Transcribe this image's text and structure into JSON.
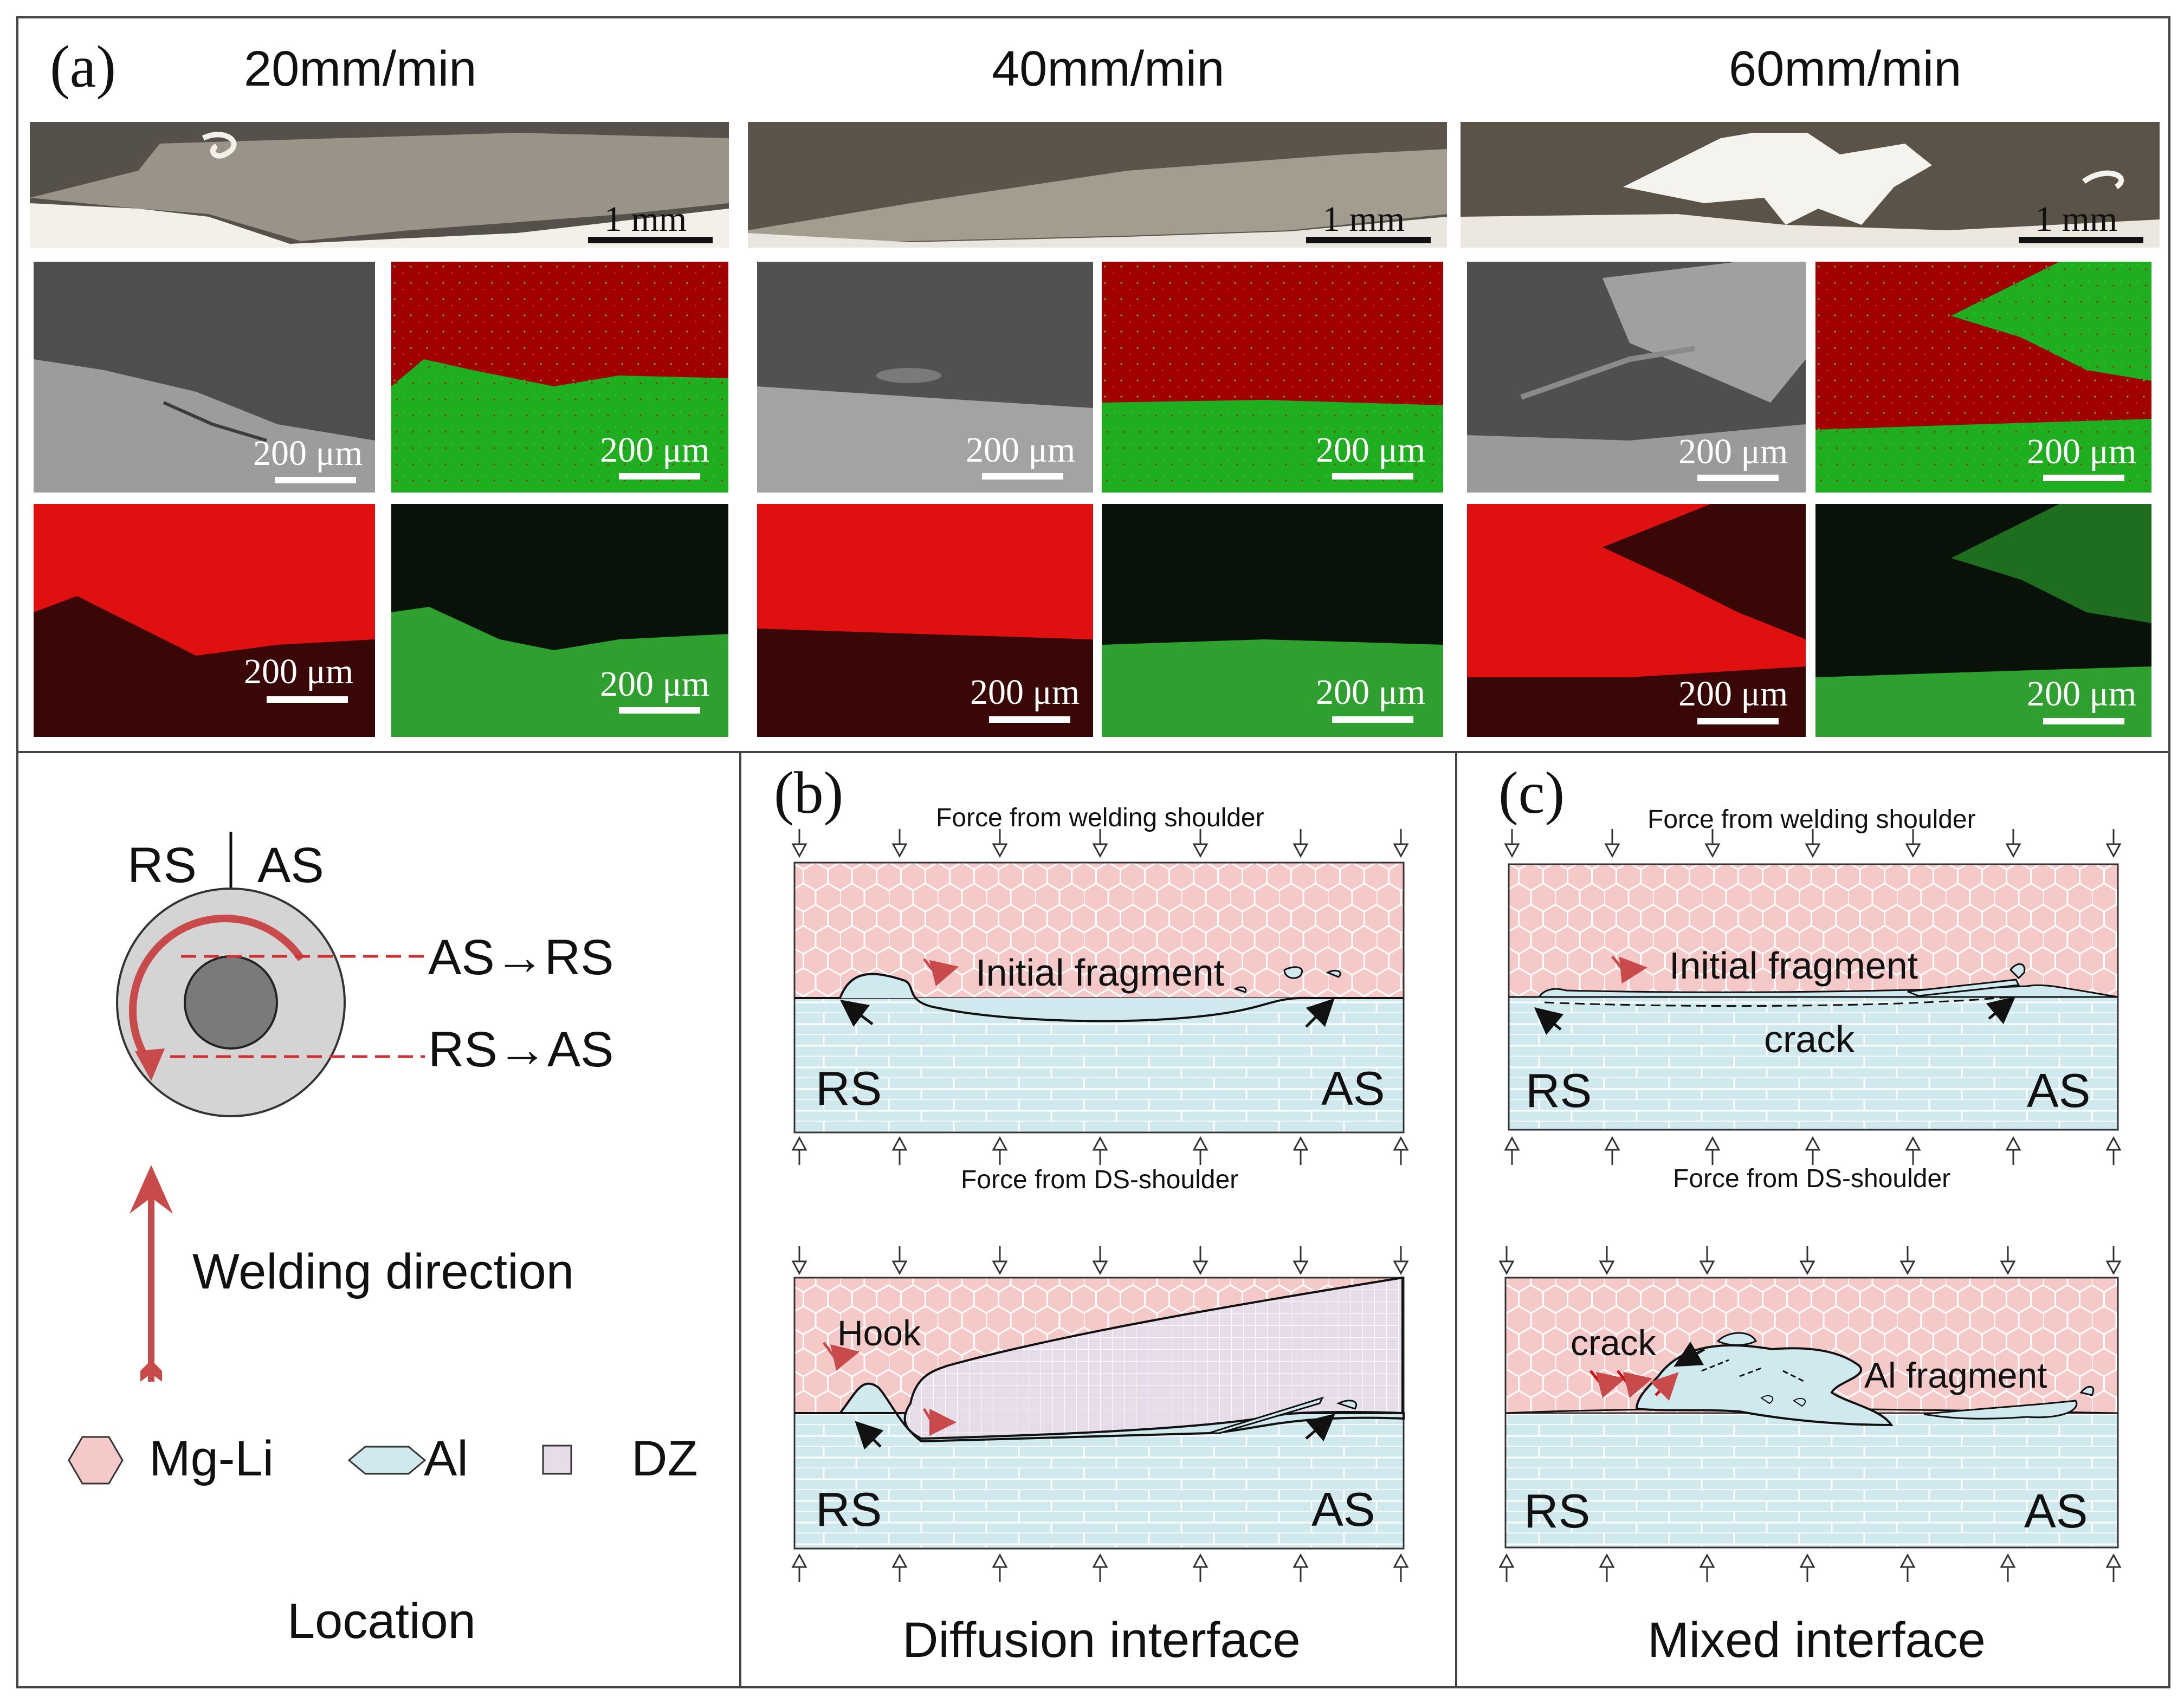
{
  "panel_a": {
    "letter": "(a)",
    "speeds": [
      "20mm/min",
      "40mm/min",
      "60mm/min"
    ],
    "macro_scale": "1 mm",
    "micro_scale": "200 μm"
  },
  "location_panel": {
    "rs": "RS",
    "as": "AS",
    "as_to_rs": "AS→RS",
    "rs_to_as": "RS→AS",
    "welding_direction": "Welding direction",
    "legend": [
      {
        "label": "Mg-Li",
        "color": "#f6c9c9",
        "icon": "hexagon-icon"
      },
      {
        "label": "Al",
        "color": "#cfe9ee",
        "icon": "elongated-hexagon-icon"
      },
      {
        "label": "DZ",
        "color": "#e6dcea",
        "icon": "square-icon"
      }
    ],
    "caption": "Location"
  },
  "panel_b": {
    "letter": "(b)",
    "top_force": "Force from welding shoulder",
    "bottom_force": "Force from DS-shoulder",
    "initial_fragment": "Initial fragment",
    "hook": "Hook",
    "rs": "RS",
    "as": "AS",
    "caption": "Diffusion interface"
  },
  "panel_c": {
    "letter": "(c)",
    "top_force": "Force from welding shoulder",
    "bottom_force": "Force from DS-shoulder",
    "initial_fragment": "Initial fragment",
    "crack": "crack",
    "crack2": "crack",
    "al_fragment": "Al fragment",
    "rs": "RS",
    "as": "AS",
    "caption": "Mixed interface"
  },
  "colors": {
    "mgli": "#f6c9c9",
    "al": "#cfe9ee",
    "dz": "#e6dcea",
    "eds_red": "#a00000",
    "eds_green": "#1aa51a",
    "arrow_red": "#c94a4a"
  }
}
